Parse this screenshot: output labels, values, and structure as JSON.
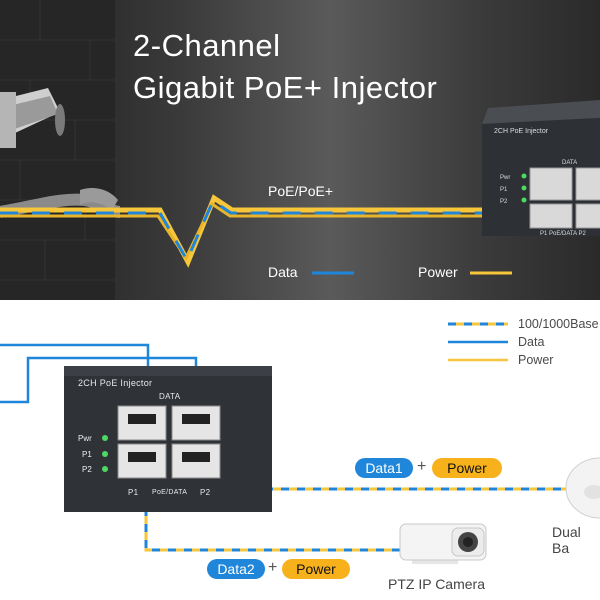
{
  "banner": {
    "title_line1": "2-Channel",
    "title_line2": "Gigabit PoE+ Injector",
    "cable_label": "PoE/PoE+",
    "data_label": "Data",
    "power_label": "Power",
    "device_label": "2CH  PoE  Injector",
    "device_data_label": "DATA",
    "device_ports_label": "P1  PoE/DATA  P2",
    "leds": [
      "Pwr",
      "P1",
      "P2"
    ]
  },
  "legend": {
    "combined": "100/1000Base",
    "data": "Data",
    "power": "Power"
  },
  "device": {
    "name": "2CH  PoE  Injector",
    "data_label": "DATA",
    "port_label_left": "P1",
    "port_label_mid": "PoE/DATA",
    "port_label_right": "P2",
    "leds": [
      "Pwr",
      "P1",
      "P2"
    ]
  },
  "connections": {
    "ch1": {
      "data": "Data1",
      "plus": "+",
      "power": "Power"
    },
    "ch2": {
      "data": "Data2",
      "plus": "+",
      "power": "Power"
    }
  },
  "endpoints": {
    "ap": "Dual Ba",
    "camera": "PTZ IP Camera"
  },
  "colors": {
    "data": "#1f86d9",
    "power": "#f7b21b",
    "device_body": "#2f3338"
  }
}
